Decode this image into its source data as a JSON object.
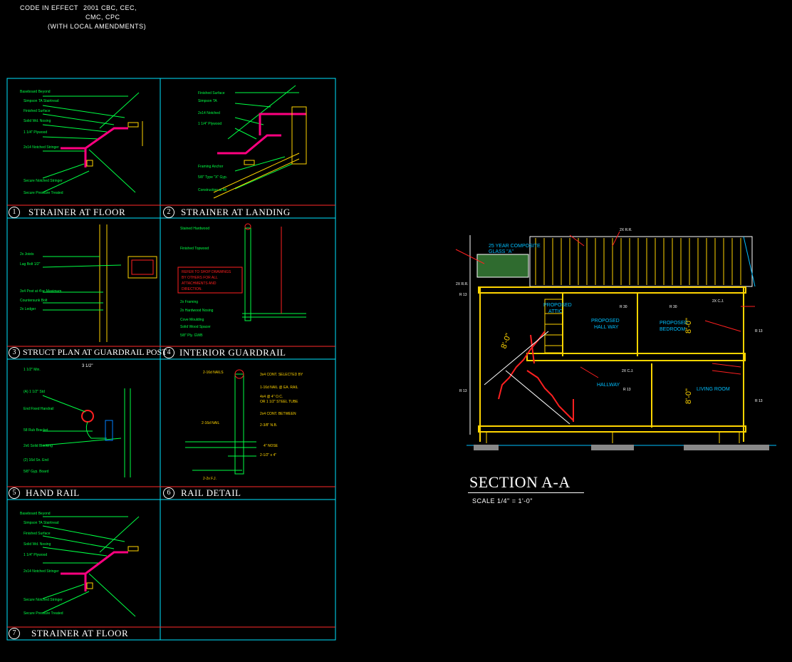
{
  "header": {
    "code_label": "CODE IN EFFECT",
    "code_line1": "2001 CBC, CEC,",
    "code_line2": "CMC, CPC",
    "code_line3": "(WITH LOCAL AMENDMENTS)"
  },
  "panels": [
    {
      "num": "1",
      "title": "STRAINER AT FLOOR"
    },
    {
      "num": "2",
      "title": "STRAINER AT LANDING"
    },
    {
      "num": "3",
      "title": "STRUCT PLAN AT GUARDRAIL POST"
    },
    {
      "num": "4",
      "title": "INTERIOR GUARDRAIL"
    },
    {
      "num": "5",
      "title": "HAND RAIL"
    },
    {
      "num": "6",
      "title": "RAIL DETAIL"
    },
    {
      "num": "7",
      "title": "STRAINER AT FLOOR"
    }
  ],
  "section": {
    "title": "SECTION A-A",
    "scale": "SCALE 1/4\" = 1'-0\""
  },
  "colors": {
    "frame": "#00e5ff",
    "title_line": "#ff2a2a",
    "wood": "#ffd400",
    "structure": "#ffffff",
    "stair": "#ff2020",
    "note": "#00ff44",
    "glass": "#00bfff"
  }
}
